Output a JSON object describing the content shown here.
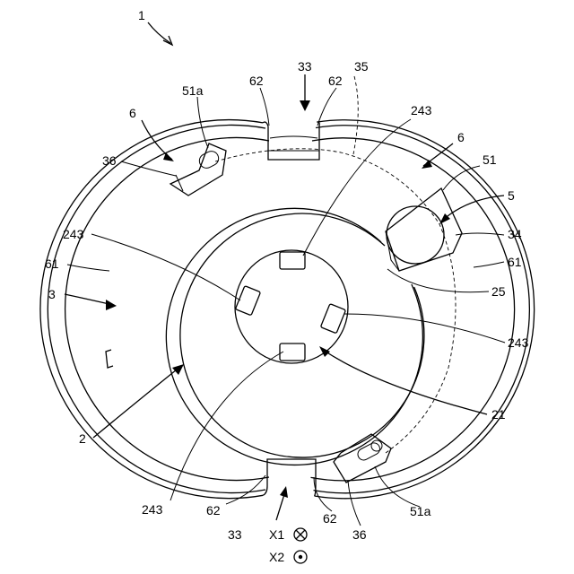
{
  "figure": {
    "number": "1"
  },
  "labels": {
    "l33_top": "33",
    "l35": "35",
    "l62_tl": "62",
    "l62_tr": "62",
    "l51a_top": "51a",
    "l6_left": "6",
    "l36_left": "36",
    "l243_tr": "243",
    "l6_right": "6",
    "l51_right": "51",
    "l5": "5",
    "l34": "34",
    "l61_right": "61",
    "l25": "25",
    "l243_left": "243",
    "l61_left": "61",
    "l3": "3",
    "l243_right": "243",
    "l21": "21",
    "l2": "2",
    "l243_bottom": "243",
    "l62_bl": "62",
    "l62_br": "62",
    "l33_bottom": "33",
    "l36_bottom": "36",
    "l51a_bottom": "51a"
  },
  "legend": {
    "x1_label": "X1",
    "x2_label": "X2",
    "x1_symbol": "circle-x-icon",
    "x2_symbol": "circle-dot-icon"
  }
}
